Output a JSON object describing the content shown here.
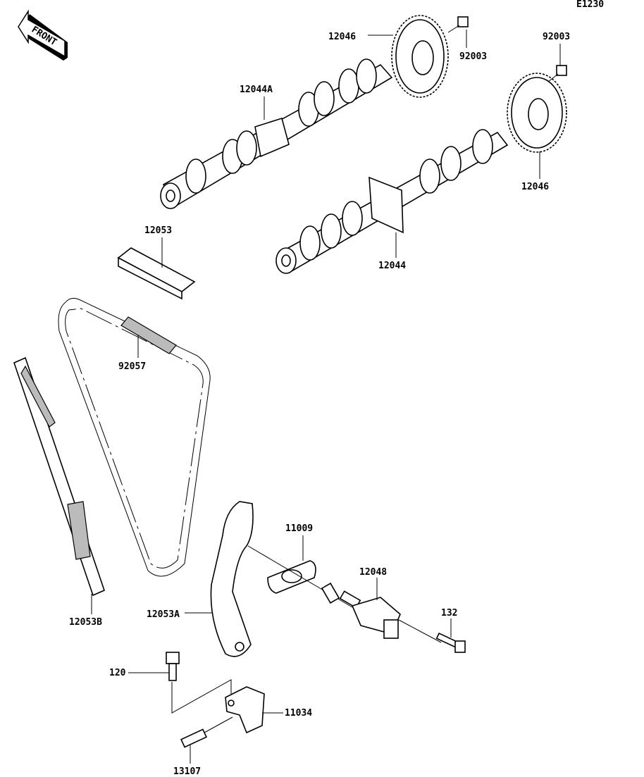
{
  "diagram_code": "E1230",
  "front_logo": "FRONT",
  "parts": {
    "sprocket_upper": "12046",
    "bolt_upper": "92003",
    "bolt_right": "92003",
    "camshaft_intake": "12044A",
    "sprocket_right": "12046",
    "guide_upper": "12053",
    "camshaft_exhaust": "12044",
    "chain": "92057",
    "gasket": "11009",
    "tensioner": "12048",
    "tensioner_bolt": "132",
    "guide_tensioner": "12053A",
    "guide_front": "12053B",
    "bolt_lower": "120",
    "bracket": "11034",
    "pin": "13107"
  }
}
